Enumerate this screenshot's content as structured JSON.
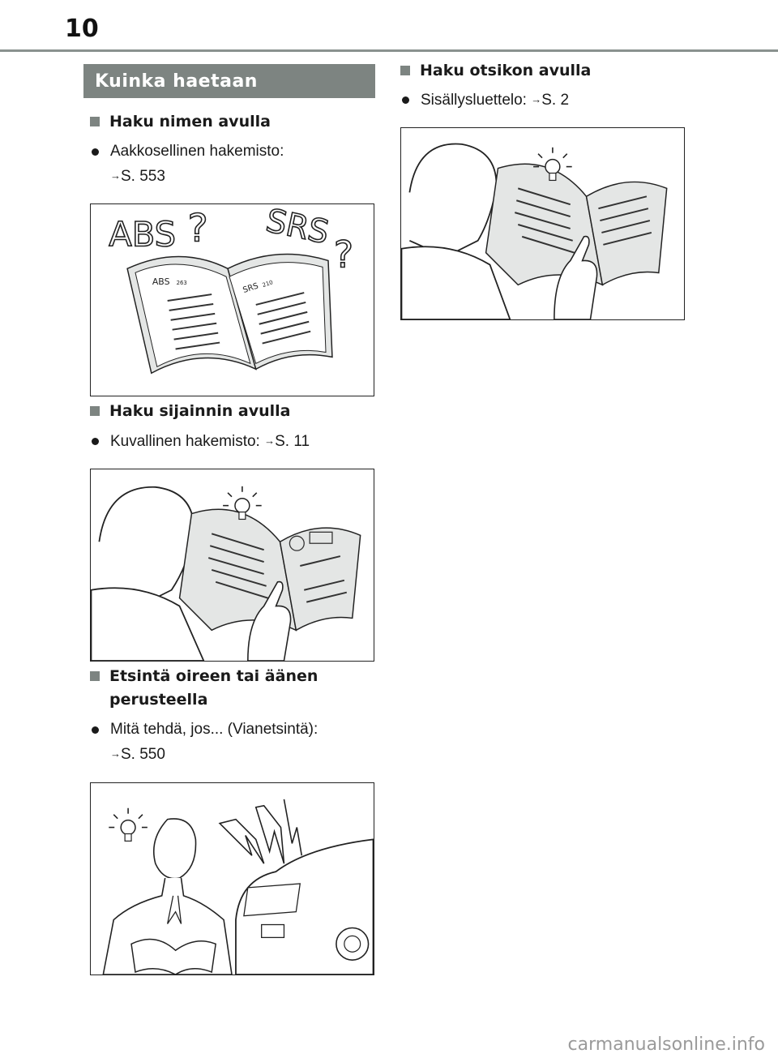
{
  "page_number": "10",
  "section_title": "Kuinka haetaan",
  "sections": [
    {
      "heading": "Haku nimen avulla",
      "bullet_text": "Aakkosellinen hakemisto:",
      "ref": "S. 553"
    },
    {
      "heading": "Haku sijainnin avulla",
      "bullet_text": "Kuvallinen hakemisto:",
      "ref": "S. 11"
    },
    {
      "heading_line1": "Etsintä oireen tai äänen",
      "heading_line2": "perusteella",
      "bullet_text": "Mitä tehdä, jos... (Vianetsintä):",
      "ref": "S. 550"
    },
    {
      "heading": "Haku otsikon avulla",
      "bullet_text": "Sisällysluettelo:",
      "ref": "S. 2"
    }
  ],
  "figure_labels": {
    "abs": "ABS",
    "srs": "SRS",
    "abs_small": "ABS",
    "abs_small_page": "263",
    "srs_small": "SRS",
    "srs_small_page": "210"
  },
  "arrow_symbol": "→",
  "watermark": "carmanualsonline.info"
}
